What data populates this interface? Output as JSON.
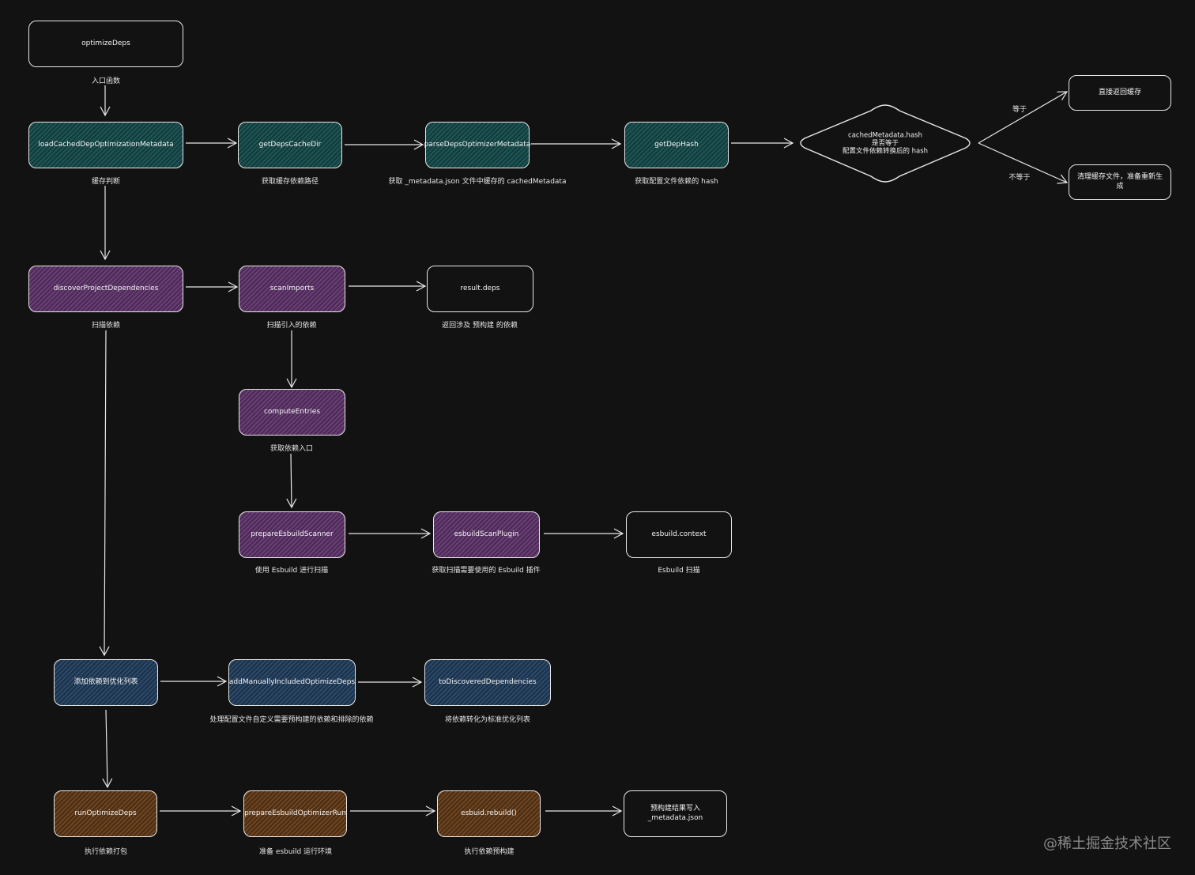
{
  "nodes": {
    "optimizeDeps": {
      "label": "optimizeDeps",
      "caption": "入口函数"
    },
    "loadCached": {
      "label": "loadCachedDepOptimizationMetadata",
      "caption": "缓存判断"
    },
    "getDepsCacheDir": {
      "label": "getDepsCacheDir",
      "caption": "获取缓存依赖路径"
    },
    "parseDeps": {
      "label": "parseDepsOptimizerMetadata",
      "caption": "获取 _metadata.json 文件中缓存的 cachedMetadata"
    },
    "getDepHash": {
      "label": "getDepHash",
      "caption": "获取配置文件依赖的 hash"
    },
    "decision": {
      "label": "cachedMetadata.hash\n是否等于\n配置文件依赖转换后的 hash"
    },
    "returnCache": {
      "label": "直接返回缓存"
    },
    "clearCache": {
      "label": "清理缓存文件，准备重新生成"
    },
    "discover": {
      "label": "discoverProjectDependencies",
      "caption": "扫描依赖"
    },
    "scanImports": {
      "label": "scanImports",
      "caption": "扫描引入的依赖"
    },
    "resultDeps": {
      "label": "result.deps",
      "caption": "返回涉及 预构建 的依赖"
    },
    "computeEntries": {
      "label": "computeEntries",
      "caption": "获取依赖入口"
    },
    "prepareScanner": {
      "label": "prepareEsbuildScanner",
      "caption": "使用 Esbuild 进行扫描"
    },
    "scanPlugin": {
      "label": "esbuildScanPlugin",
      "caption": "获取扫描需要使用的 Esbuild 插件"
    },
    "esbuildContext": {
      "label": "esbuild.context",
      "caption": "Esbuild 扫描"
    },
    "addDeps": {
      "label": "添加依赖到优化列表"
    },
    "addManual": {
      "label": "addManuallyIncludedOptimizeDeps",
      "caption": "处理配置文件自定义需要预构建的依赖和排除的依赖"
    },
    "toDiscovered": {
      "label": "toDiscoveredDependencies",
      "caption": "将依赖转化为标准优化列表"
    },
    "runOptimize": {
      "label": "runOptimizeDeps",
      "caption": "执行依赖打包"
    },
    "prepareOptimizer": {
      "label": "prepareEsbuildOptimizerRun",
      "caption": "准备 esbuild 运行环境"
    },
    "rebuild": {
      "label": "esbuid.rebuild()",
      "caption": "执行依赖预构建"
    },
    "writeMeta": {
      "label": "预构建结果写入\n_metadata.json"
    }
  },
  "edges": {
    "equal": "等于",
    "notEqual": "不等于"
  },
  "colors": {
    "background": "#121212",
    "stroke": "#e8e8e8",
    "teal": "#1f5656",
    "purple": "#6a3f76",
    "blue": "#2c4a6a",
    "brown": "#6e4520"
  },
  "watermark": "@稀土掘金技术社区"
}
